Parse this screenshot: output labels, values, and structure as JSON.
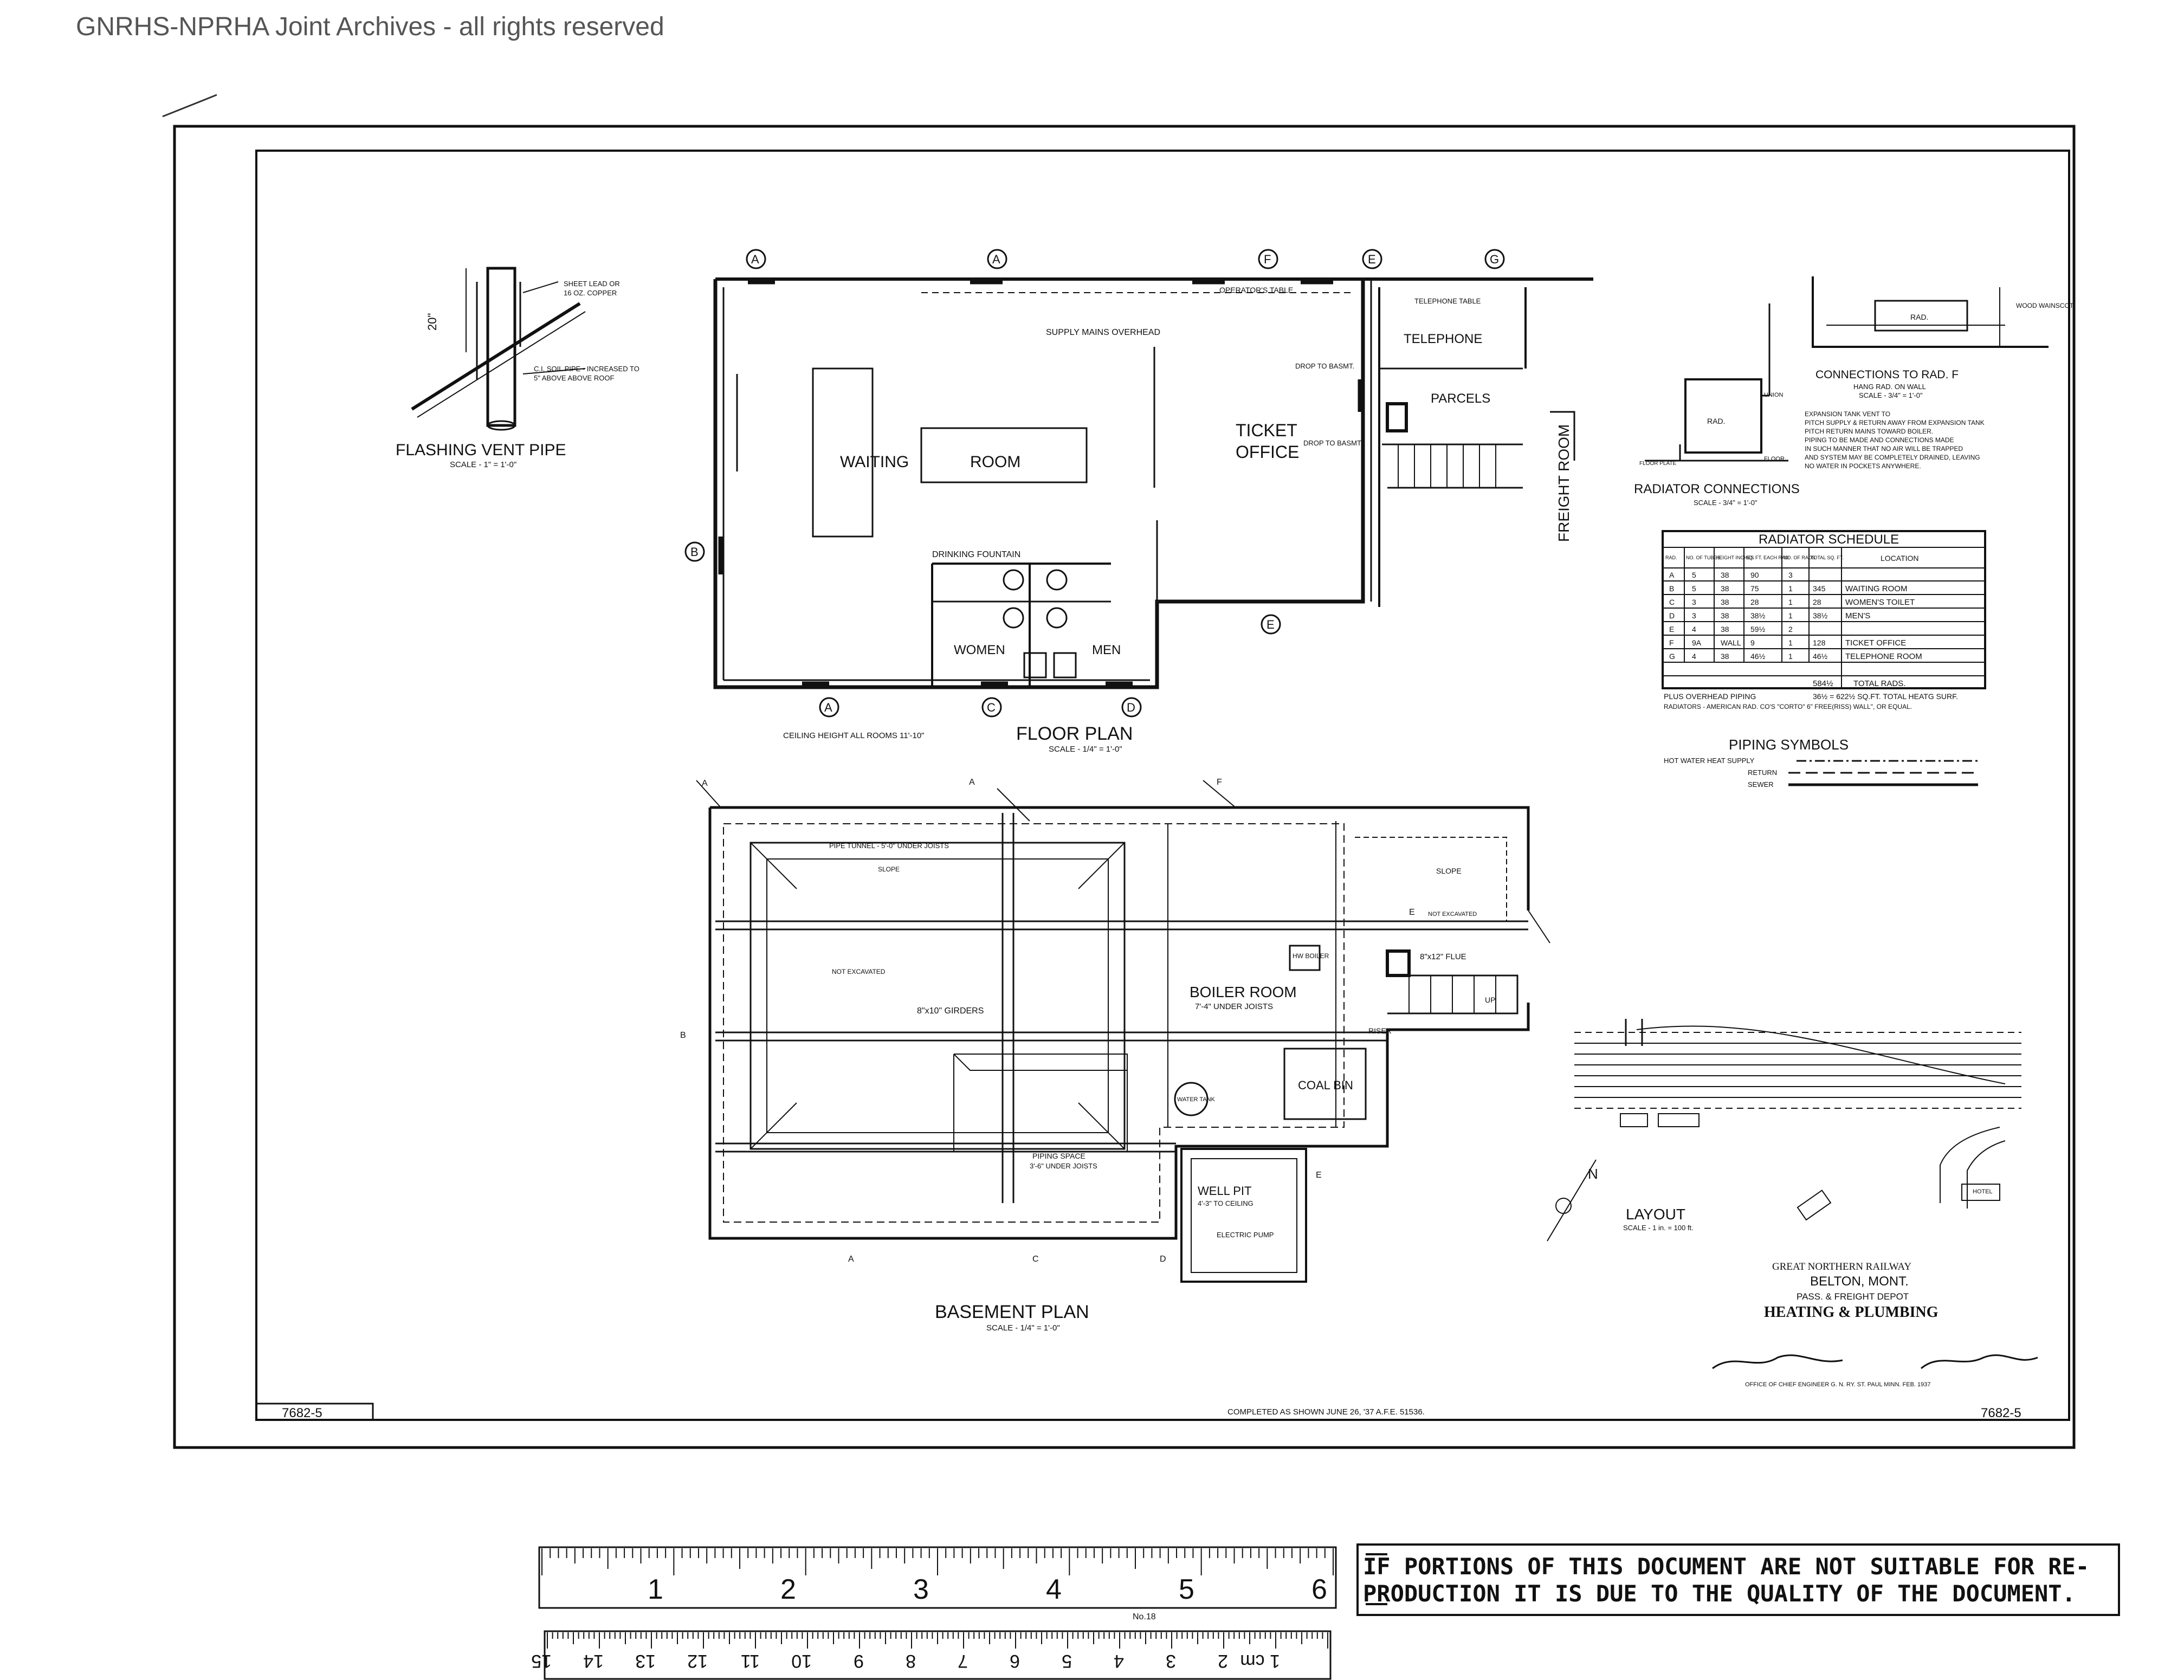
{
  "watermark": "GNRHS-NPRHA Joint Archives - all rights reserved",
  "flashing": {
    "title": "FLASHING VENT PIPE",
    "scale": "SCALE - 1\" = 1'-0\"",
    "note1": "SHEET LEAD OR",
    "note1b": "16 OZ. COPPER",
    "note2": "C.I. SOIL PIPE - INCREASED TO",
    "note2b": "5\" ABOVE ABOVE ROOF",
    "dim": "20\""
  },
  "floor_plan": {
    "title": "FLOOR PLAN",
    "scale": "SCALE - 1/4\" = 1'-0\"",
    "ceiling": "CEILING HEIGHT ALL ROOMS 11'-10\"",
    "waiting": "WAITING",
    "room": "ROOM",
    "ticket": "TICKET",
    "office": "OFFICE",
    "telephone": "TELEPHONE",
    "parcels": "PARCELS",
    "freight": "FREIGHT ROOM",
    "women": "WOMEN",
    "men": "MEN",
    "drinking": "DRINKING FOUNTAIN",
    "supply": "SUPPLY MAINS OVERHEAD",
    "operators": "OPERATOR'S TABLE",
    "telephone_table": "TELEPHONE TABLE",
    "drop1": "DROP TO BASMT.",
    "drop2": "DROP TO BASMT.",
    "circles": [
      "A",
      "A",
      "F",
      "E",
      "G",
      "B",
      "E",
      "A",
      "C",
      "D"
    ]
  },
  "basement_plan": {
    "title": "BASEMENT PLAN",
    "scale": "SCALE - 1/4\" = 1'-0\"",
    "boiler": "BOILER ROOM",
    "boiler_sub": "7'-4\" UNDER JOISTS",
    "coal": "COAL BIN",
    "well": "WELL PIT",
    "well_sub": "4'-3\" TO CEILING",
    "pump": "ELECTRIC PUMP",
    "not_excavated": "NOT EXCAVATED",
    "not_excavated2": "NOT EXCAVATED",
    "tunnel": "PIPE TUNNEL - 5'-0\" UNDER JOISTS",
    "slope": "SLOPE",
    "slope2": "SLOPE",
    "girders": "8\"x10\" GIRDERS",
    "pipe_space": "PIPING SPACE",
    "pipe_space_sub": "3'-6\" UNDER JOISTS",
    "flue": "8\"x12\" FLUE",
    "water_tank": "WATER TANK",
    "hw_boiler": "HW BOILER",
    "riser": "RISER",
    "up": "UP",
    "section_letters": [
      "A",
      "A",
      "F",
      "B",
      "C",
      "D",
      "E",
      "A",
      "E"
    ]
  },
  "connections": {
    "title": "CONNECTIONS TO RAD. F",
    "sub": "HANG RAD. ON WALL",
    "scale": "SCALE - 3/4\" = 1'-0\"",
    "wood": "WOOD WAINSCOT",
    "rad": "RAD."
  },
  "radiator_connections": {
    "title": "RADIATOR CONNECTIONS",
    "scale": "SCALE - 3/4\" = 1'-0\"",
    "rad": "RAD.",
    "union": "UNION",
    "floor": "FLOOR",
    "floor_plate": "FLOOR PLATE"
  },
  "expansion_note": [
    "EXPANSION TANK VENT TO",
    "PITCH SUPPLY & RETURN AWAY FROM EXPANSION TANK",
    "PITCH RETURN MAINS TOWARD BOILER.",
    "PIPING TO BE MADE AND CONNECTIONS MADE",
    "IN SUCH MANNER THAT NO AIR WILL BE TRAPPED",
    "AND SYSTEM MAY BE COMPLETELY DRAINED, LEAVING",
    "NO WATER IN POCKETS ANYWHERE."
  ],
  "schedule": {
    "title": "RADIATOR SCHEDULE",
    "headers": [
      "RAD.",
      "NO. OF TUBES",
      "HEIGHT INCHES",
      "SQ. FT. EACH RAD.",
      "NO. OF RADS.",
      "TOTAL SQ. FT.",
      "LOCATION"
    ],
    "rows": [
      [
        "A",
        "5",
        "38",
        "90",
        "3",
        "",
        ""
      ],
      [
        "B",
        "5",
        "38",
        "75",
        "1",
        "345",
        "WAITING ROOM"
      ],
      [
        "C",
        "3",
        "38",
        "28",
        "1",
        "28",
        "WOMEN'S TOILET"
      ],
      [
        "D",
        "3",
        "38",
        "38½",
        "1",
        "38½",
        "MEN'S"
      ],
      [
        "E",
        "4",
        "38",
        "59½",
        "2",
        "",
        ""
      ],
      [
        "F",
        "9A",
        "WALL",
        "9",
        "1",
        "128",
        "TICKET OFFICE"
      ],
      [
        "G",
        "4",
        "38",
        "46½",
        "1",
        "46½",
        "TELEPHONE ROOM"
      ]
    ],
    "total_value": "584½",
    "total_label": "TOTAL RADS.",
    "overhead": "PLUS OVERHEAD PIPING",
    "overhead_value": "36½ = 622½ SQ.FT. TOTAL HEATG SURF.",
    "radiators_note": "RADIATORS - AMERICAN RAD. CO'S \"CORTO\" 6\" FREE(RISS) WALL\", OR EQUAL."
  },
  "piping": {
    "title": "PIPING SYMBOLS",
    "supply": "HOT WATER HEAT SUPPLY",
    "return": "RETURN",
    "sewer": "SEWER"
  },
  "layout": {
    "title": "LAYOUT",
    "scale": "SCALE - 1 in. = 100 ft.",
    "hotel": "HOTEL",
    "north": "N"
  },
  "title_block": {
    "railway": "GREAT NORTHERN RAILWAY",
    "place": "BELTON, MONT.",
    "building": "PASS. & FREIGHT DEPOT",
    "subject": "HEATING & PLUMBING",
    "office": "OFFICE OF CHIEF ENGINEER   G. N. RY.   ST. PAUL MINN.   FEB. 1937",
    "drawing_left": "7682-5",
    "drawing_right": "7682-5",
    "completed": "COMPLETED AS SHOWN   JUNE 26, '37   A.F.E. 51536."
  },
  "ruler": {
    "inches": [
      "1",
      "2",
      "3",
      "4",
      "5",
      "6"
    ],
    "cm": [
      "15",
      "14",
      "13",
      "12",
      "11",
      "10",
      "9",
      "8",
      "7",
      "6",
      "5",
      "4",
      "3",
      "2",
      "1 cm"
    ],
    "brand": "No.18"
  },
  "stamp": {
    "line1": "IF PORTIONS OF THIS DOCUMENT ARE NOT SUITABLE FOR RE-",
    "line2": "PRODUCTION IT IS DUE TO THE QUALITY OF THE DOCUMENT."
  },
  "colors": {
    "ink": "#111111",
    "paper": "#ffffff",
    "watermark": "#555555"
  }
}
